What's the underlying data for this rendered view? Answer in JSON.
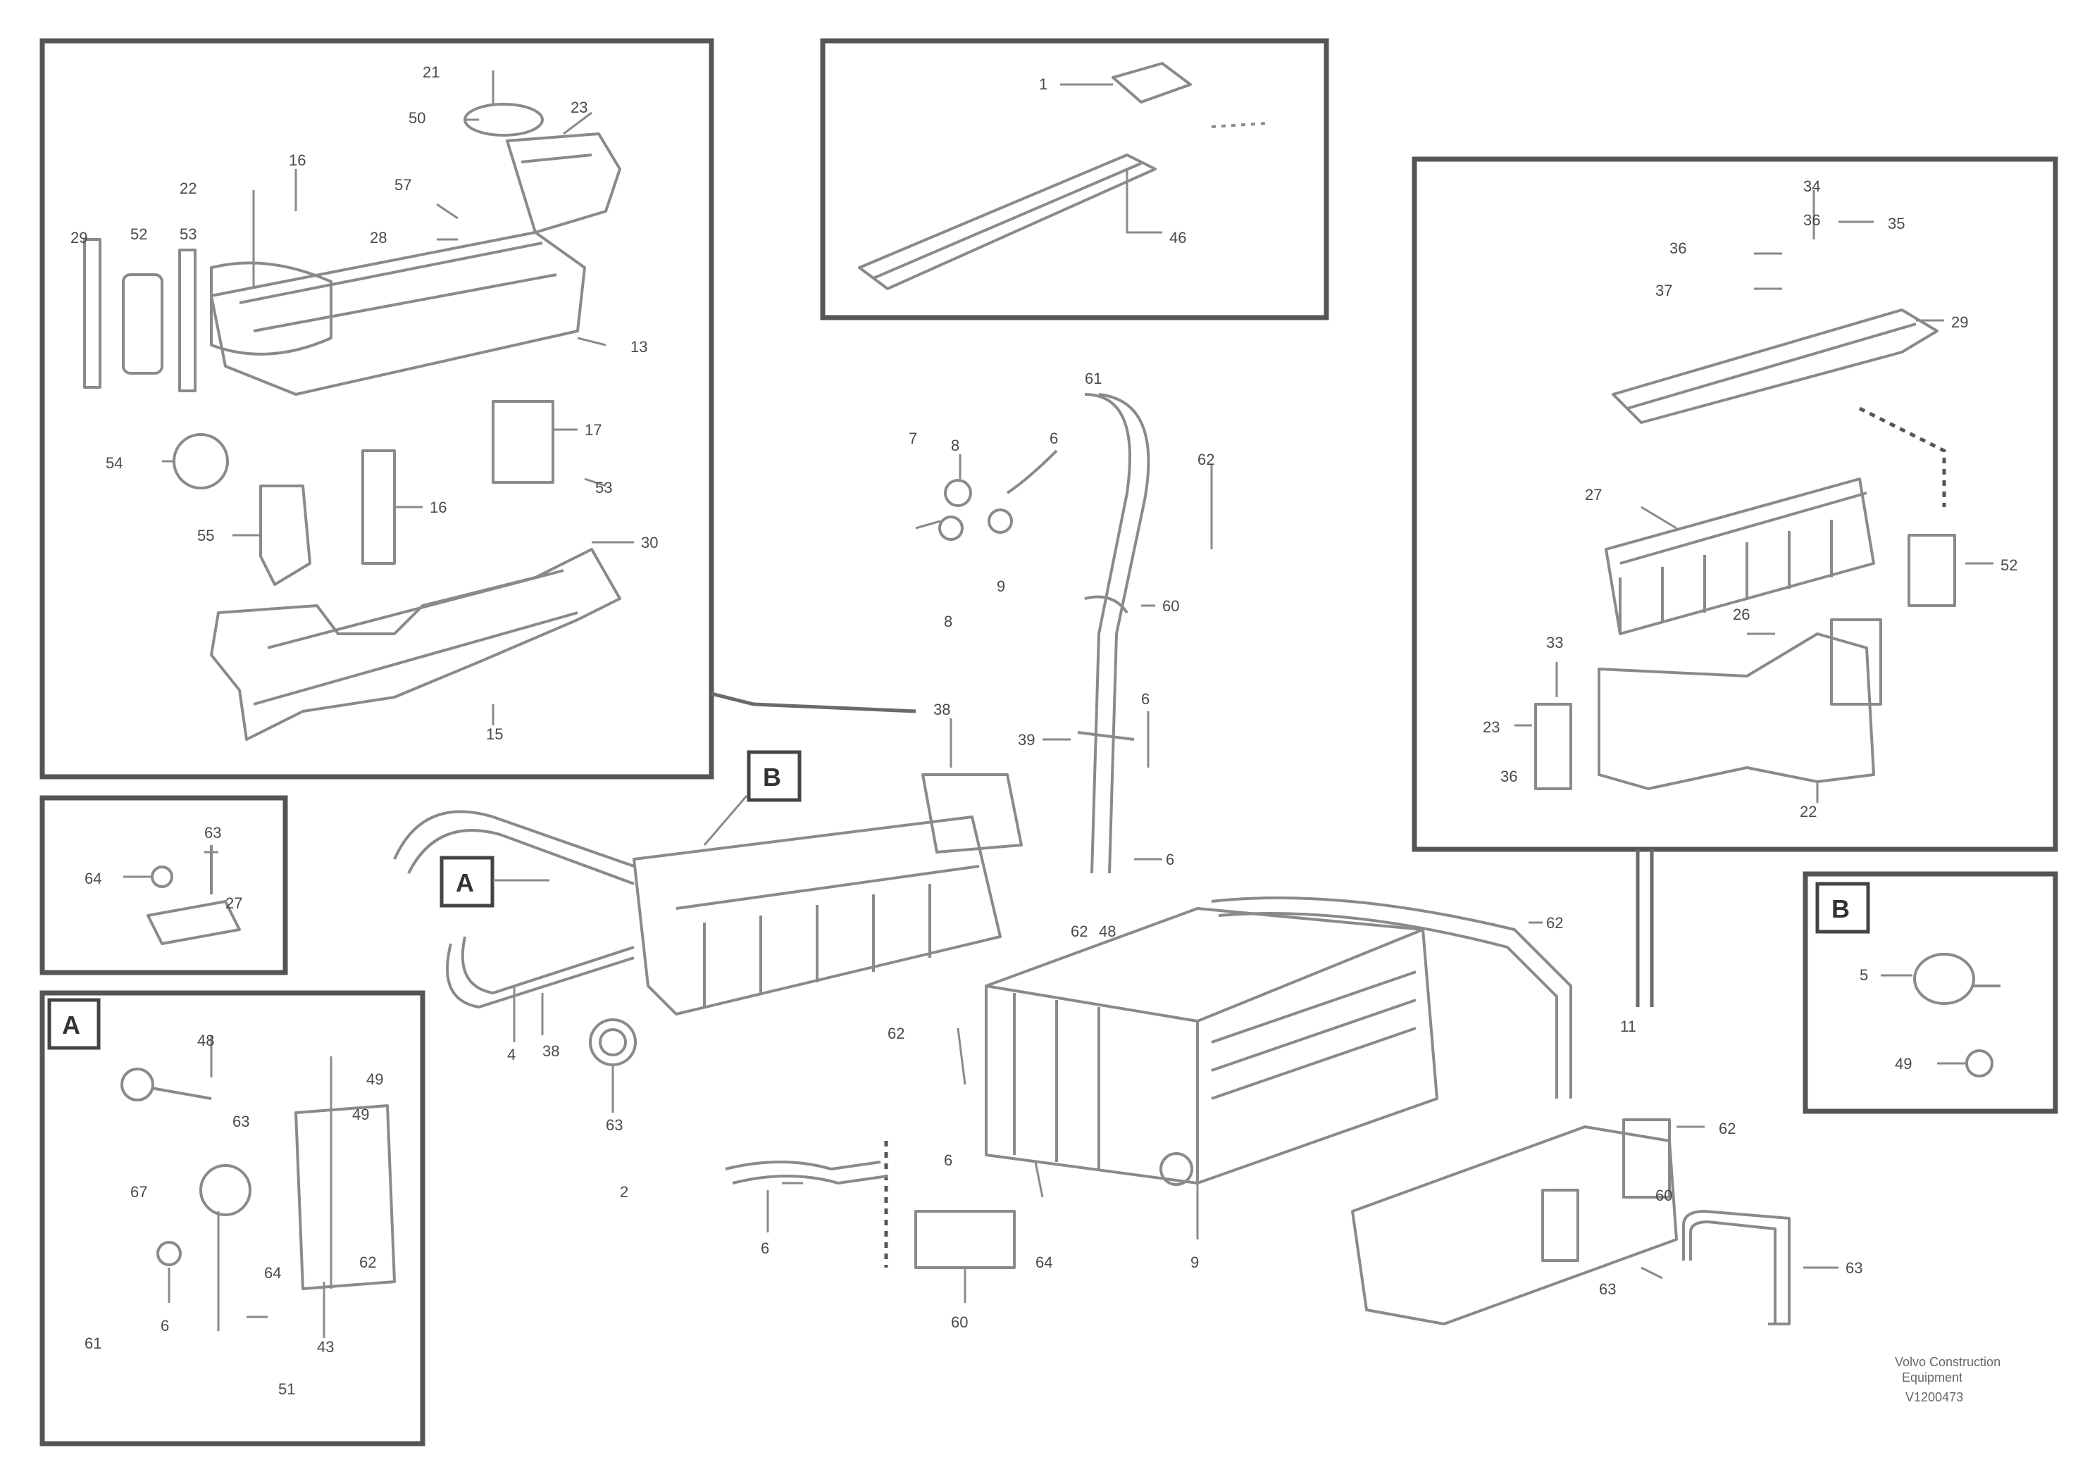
{
  "inset_labels": {
    "A_tag": "A",
    "B_tag": "B",
    "inset_A": "A",
    "inset_B": "B"
  },
  "callouts": {
    "tl": [
      "21",
      "50",
      "23",
      "16",
      "22",
      "57",
      "28",
      "29",
      "52",
      "53",
      "13",
      "54",
      "17",
      "16",
      "55",
      "53",
      "30",
      "15"
    ],
    "tc": [
      "1",
      "46"
    ],
    "tr": [
      "34",
      "35",
      "36",
      "37",
      "29",
      "27",
      "52",
      "26",
      "33",
      "23",
      "36",
      "22",
      "36"
    ],
    "smallbox": [
      "63",
      "64",
      "27"
    ],
    "insetA": [
      "48",
      "49",
      "63",
      "49",
      "67",
      "64",
      "62",
      "61",
      "6",
      "43",
      "51"
    ],
    "insetB": [
      "5",
      "49"
    ],
    "main": [
      "61",
      "8",
      "62",
      "7",
      "6",
      "8",
      "9",
      "60",
      "6",
      "39",
      "38",
      "6",
      "62",
      "4",
      "38",
      "63",
      "62",
      "11",
      "2",
      "6",
      "6",
      "64",
      "60",
      "9",
      "63",
      "62",
      "63",
      "62",
      "60",
      "48"
    ]
  },
  "footer": {
    "line1": "Volvo Construction",
    "line2": "Equipment",
    "line3": "V1200473"
  }
}
